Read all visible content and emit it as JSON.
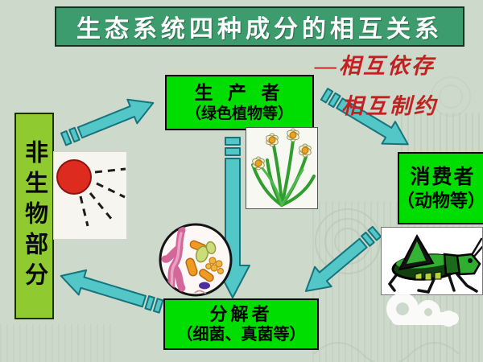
{
  "slide": {
    "background": "#cdd9ca"
  },
  "title": {
    "text": "生态系统四种成分的相互关系",
    "bg_color": "#3d9c6d",
    "text_color": "#ffffff"
  },
  "annotations": {
    "dependence": "—相互依存",
    "restriction": "相互制约",
    "color": "#c32121"
  },
  "nodes": {
    "producer": {
      "line1": "生 产 者",
      "line2": "（绿色植物等）",
      "bg_color": "#00dd00"
    },
    "consumer": {
      "line1": "消费者",
      "line2": "（动物等）",
      "bg_color": "#00dd00"
    },
    "decomposer": {
      "line1": "分解者",
      "line2": "（细菌、真菌等）",
      "bg_color": "#00dd00"
    },
    "abiotic": {
      "text": "非生物部分",
      "bg_color": "#8fcb30"
    }
  },
  "images": {
    "sun": "sun-with-dashed-rays",
    "flowers": "daffodil-plants",
    "microbes": "bacteria-and-fungi-micrograph",
    "grasshopper": "grasshopper"
  },
  "arrows": {
    "color": "#53c6c8",
    "outline": "#15747c",
    "links": [
      "abiotic→producer",
      "producer→consumer",
      "producer→decomposer",
      "consumer→decomposer",
      "decomposer→abiotic"
    ]
  }
}
